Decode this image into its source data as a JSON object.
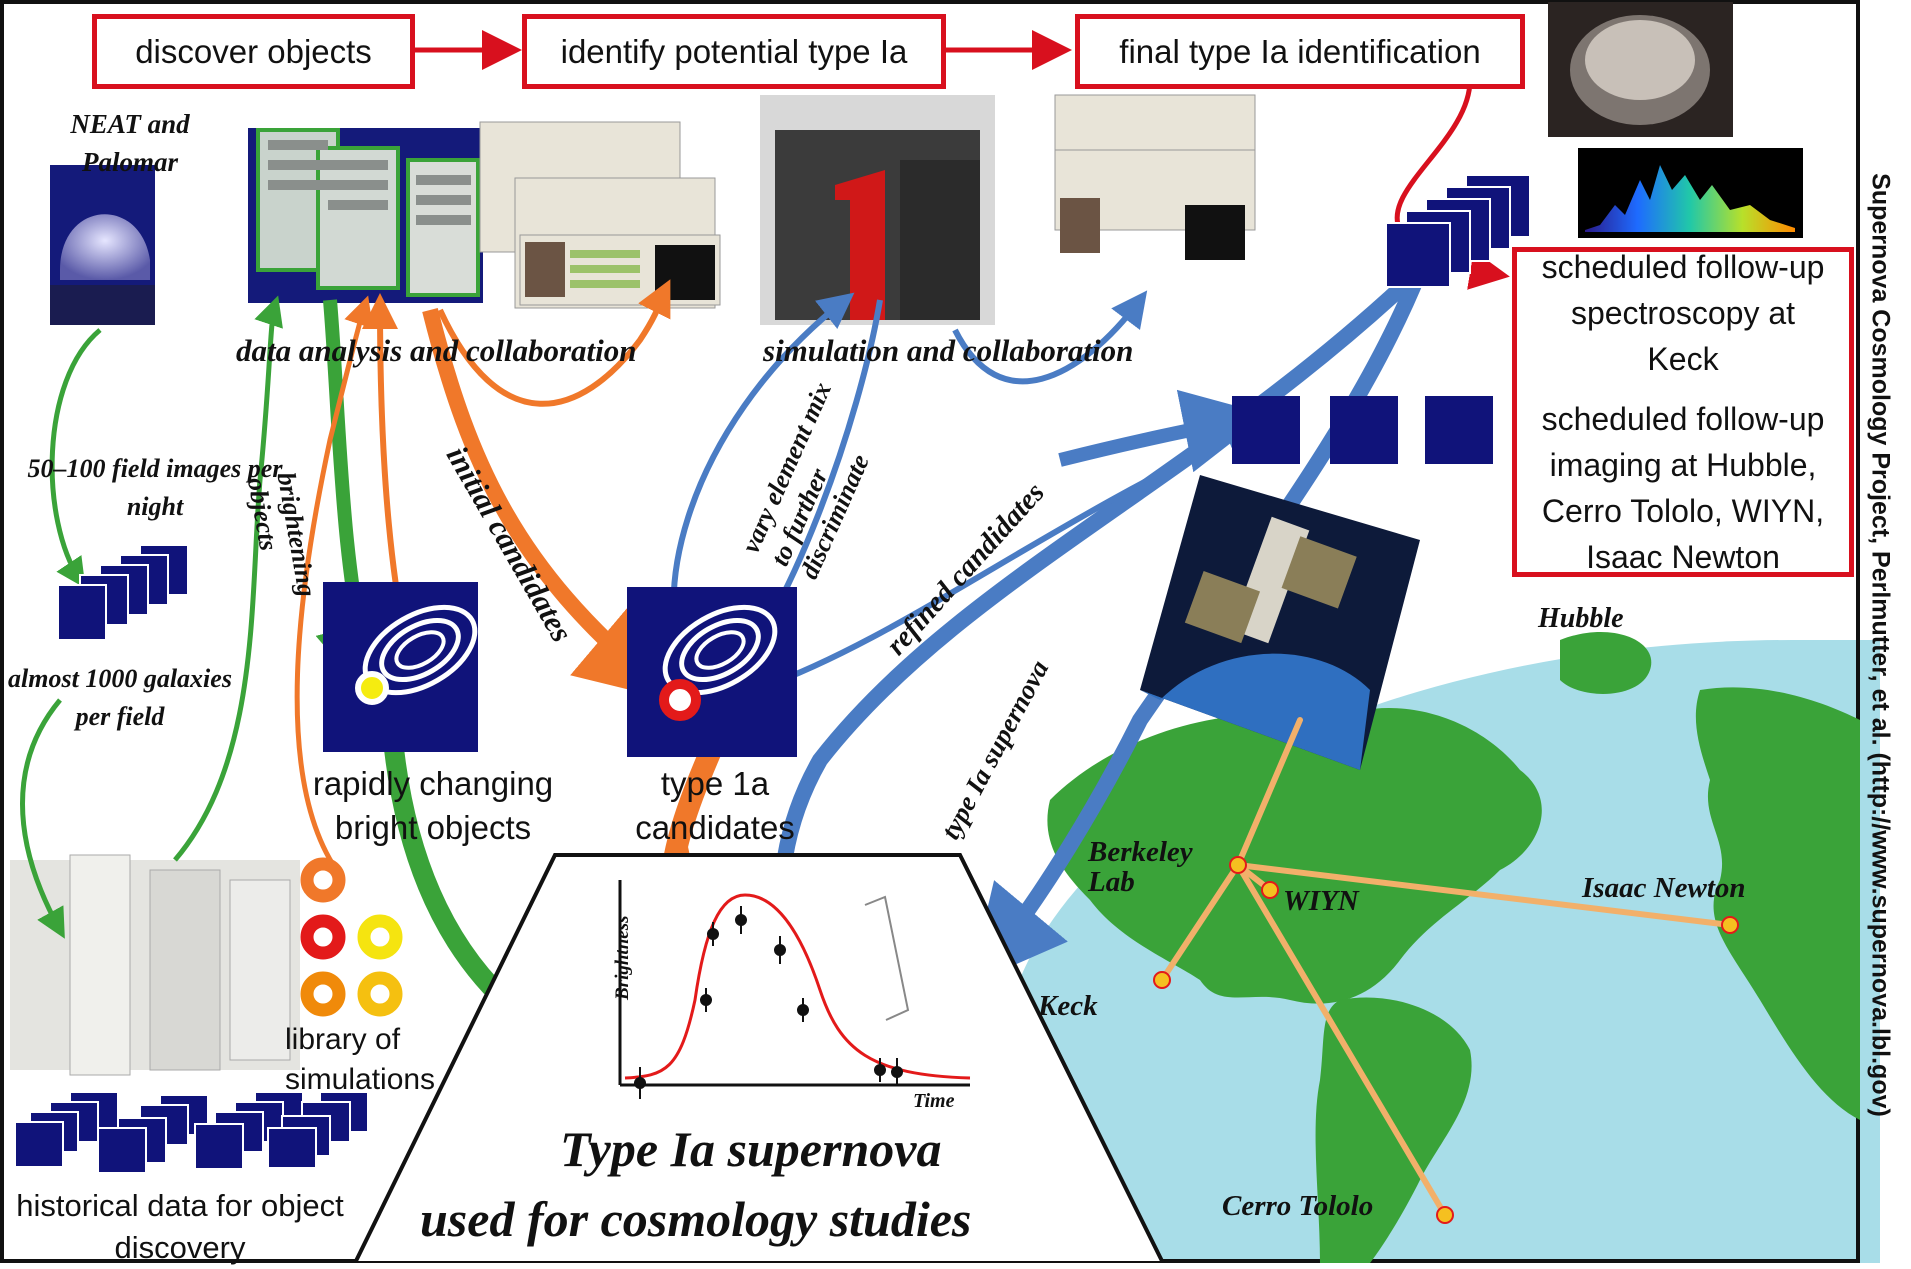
{
  "flow": {
    "step1": "discover objects",
    "step2": "identify potential type Ia",
    "step3": "final type Ia identification"
  },
  "sites": {
    "neat": "NEAT and Palomar",
    "hubble": "Hubble",
    "berkeley": "Berkeley Lab",
    "wiyn": "WIYN",
    "newton": "Isaac Newton",
    "keck": "Keck",
    "tololo": "Cerro Tololo"
  },
  "labels": {
    "data_analysis": "data analysis and collaboration",
    "simulation": "simulation and collaboration",
    "field_images": "50–100 field images per night",
    "galaxies": "almost 1000 galaxies per field",
    "brightening": "brightening objects",
    "initial": "initial candidates",
    "vary": "vary element mix to further discriminate",
    "refined": "refined candidates",
    "type_ia_sn": "type Ia supernova",
    "rapidly": "rapidly changing bright objects",
    "type1a_cand": "type 1a candidates",
    "library": "library of simulations",
    "historical": "historical data for object discovery"
  },
  "followup": {
    "spectroscopy": "scheduled follow-up spectroscopy at Keck",
    "imaging": "scheduled follow-up imaging at Hubble, Cerro Tololo, WIYN, Isaac Newton"
  },
  "lightcurve": {
    "ylabel": "Brightness",
    "xlabel": "Time",
    "title_line1": "Type Ia supernova",
    "title_line2": "used for cosmology studies"
  },
  "credit": "Supernova Cosmology Project, Perlmutter, et al. (http://www.supernova.lbl.gov)",
  "colors": {
    "red": "#d8101e",
    "green": "#3aa339",
    "orange": "#f0782a",
    "blue": "#4a7cc4",
    "navy": "#10137a"
  }
}
